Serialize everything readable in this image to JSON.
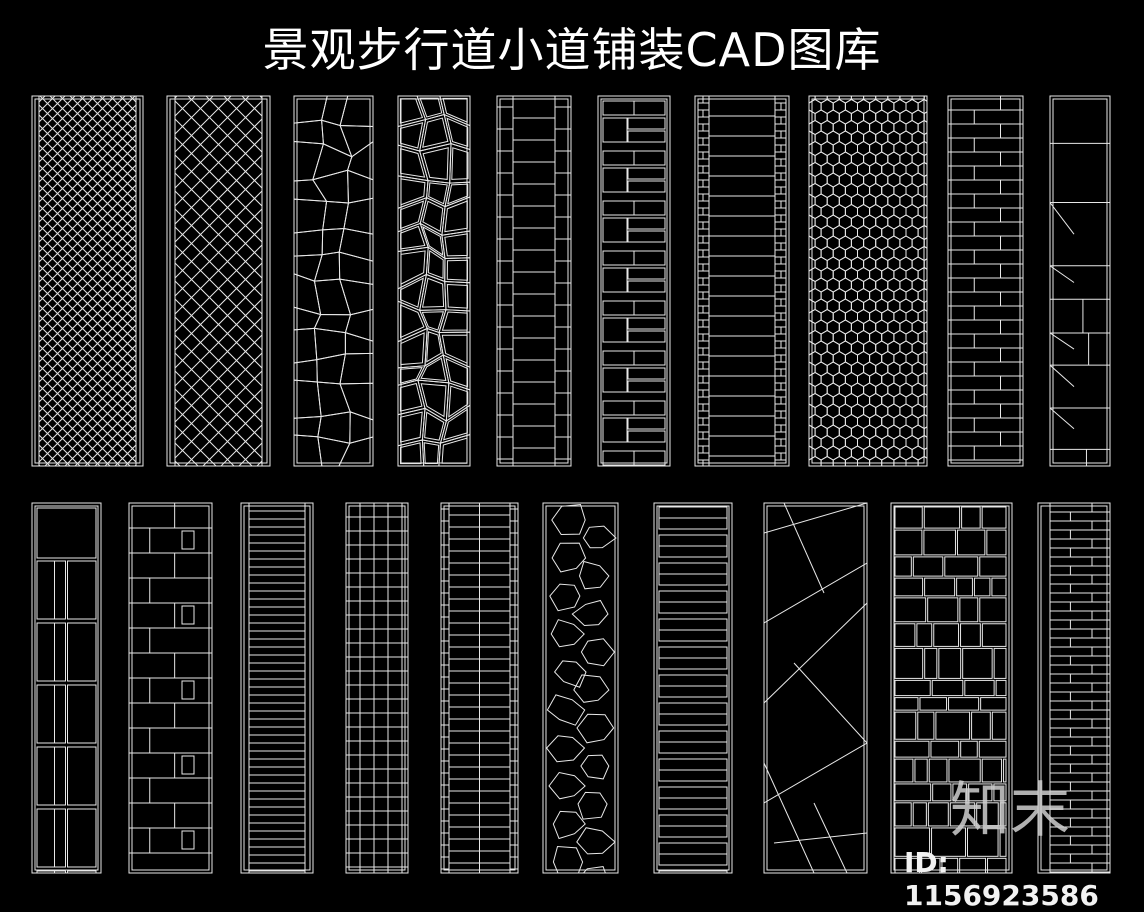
{
  "title": "景观步行道小道铺装CAD图库",
  "watermark": {
    "logo_text": "知末",
    "id_text": "ID: 1156923586"
  },
  "colors": {
    "background": "#000000",
    "line": "#e8e8e8"
  },
  "panels": [
    {
      "name": "herringbone-pattern-panel",
      "pattern": "herringbone"
    },
    {
      "name": "diagonal-grid-pattern-panel",
      "pattern": "diagonal-grid"
    },
    {
      "name": "crazy-paving-pattern-panel",
      "pattern": "flagstone"
    },
    {
      "name": "flagstone-outlined-pattern-panel",
      "pattern": "flagstone-double"
    },
    {
      "name": "plank-with-border-pattern-panel",
      "pattern": "plank-border"
    },
    {
      "name": "interlock-brick-pattern-panel",
      "pattern": "interlock"
    },
    {
      "name": "plank-with-brick-edges-pattern-panel",
      "pattern": "plank-brick-edge"
    },
    {
      "name": "hexagon-pattern-panel",
      "pattern": "hexagon"
    },
    {
      "name": "running-bond-brick-pattern-panel",
      "pattern": "running-bond"
    },
    {
      "name": "random-slab-pattern-panel",
      "pattern": "random-slab"
    },
    {
      "name": "mixed-block-pattern-panel",
      "pattern": "mixed-block"
    },
    {
      "name": "staggered-slab-pattern-panel",
      "pattern": "staggered-slab"
    },
    {
      "name": "horizontal-slat-pattern-panel",
      "pattern": "slats"
    },
    {
      "name": "square-grid-pattern-panel",
      "pattern": "square-grid"
    },
    {
      "name": "double-column-brick-pattern-panel",
      "pattern": "double-column"
    },
    {
      "name": "stepping-stone-pattern-panel",
      "pattern": "stepping-stones"
    },
    {
      "name": "wide-plank-pattern-panel",
      "pattern": "wide-plank"
    },
    {
      "name": "broken-diagonal-pattern-panel",
      "pattern": "broken-diagonal"
    },
    {
      "name": "ashlar-random-pattern-panel",
      "pattern": "ashlar"
    },
    {
      "name": "stack-brick-pattern-panel",
      "pattern": "stack-brick"
    }
  ]
}
